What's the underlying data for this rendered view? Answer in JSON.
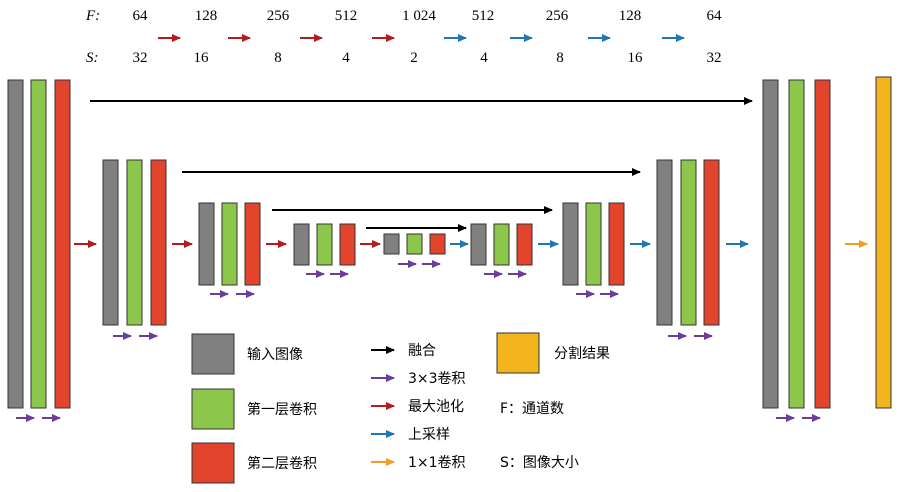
{
  "header": {
    "f_label": "F:",
    "s_label": "S:",
    "f_values": [
      "64",
      "128",
      "256",
      "512",
      "1 024",
      "512",
      "256",
      "128",
      "64"
    ],
    "s_values": [
      "32",
      "16",
      "8",
      "4",
      "2",
      "4",
      "8",
      "16",
      "32"
    ]
  },
  "colors": {
    "input": "#808080",
    "conv1": "#8CC64B",
    "conv2": "#E2452C",
    "output": "#F2B51E",
    "fusion": "#000000",
    "conv3": "#6A3D9A",
    "pool": "#B51A1F",
    "upsample": "#1F78B4",
    "conv1x1": "#F39C1F"
  },
  "legend": {
    "input_image": "输入图像",
    "first_conv": "第一层卷积",
    "second_conv": "第二层卷积",
    "fusion": "融合",
    "conv3x3": "3×3卷积",
    "maxpool": "最大池化",
    "upsample": "上采样",
    "conv1x1": "1×1卷积",
    "segmentation": "分割结果",
    "f_desc": "F：通道数",
    "s_desc": "S：图像大小"
  }
}
